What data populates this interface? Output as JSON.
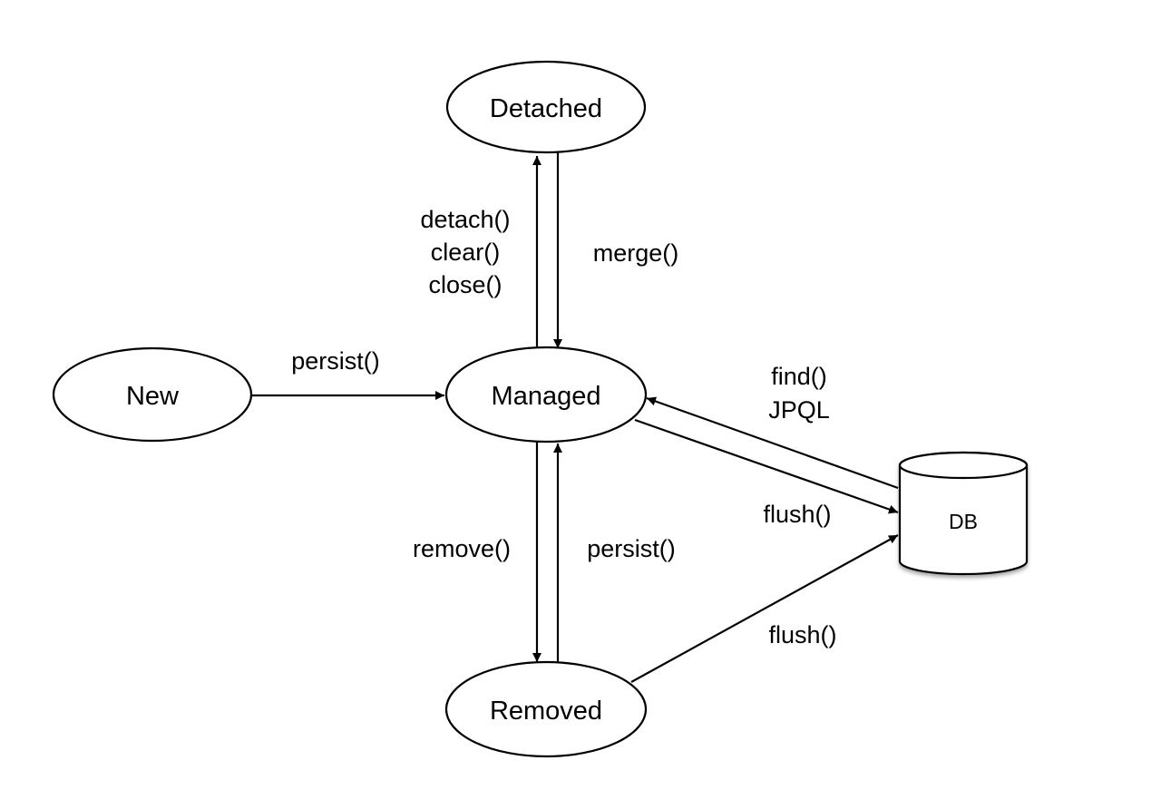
{
  "states": {
    "detached": "Detached",
    "new": "New",
    "managed": "Managed",
    "removed": "Removed"
  },
  "database": {
    "label": "DB"
  },
  "transitions": {
    "persist_new": "persist()",
    "detach": [
      "detach()",
      "clear()",
      "close()"
    ],
    "merge": "merge()",
    "find": [
      "find()",
      "JPQL"
    ],
    "flush_managed": "flush()",
    "remove": "remove()",
    "persist_removed": "persist()",
    "flush_removed": "flush()"
  }
}
